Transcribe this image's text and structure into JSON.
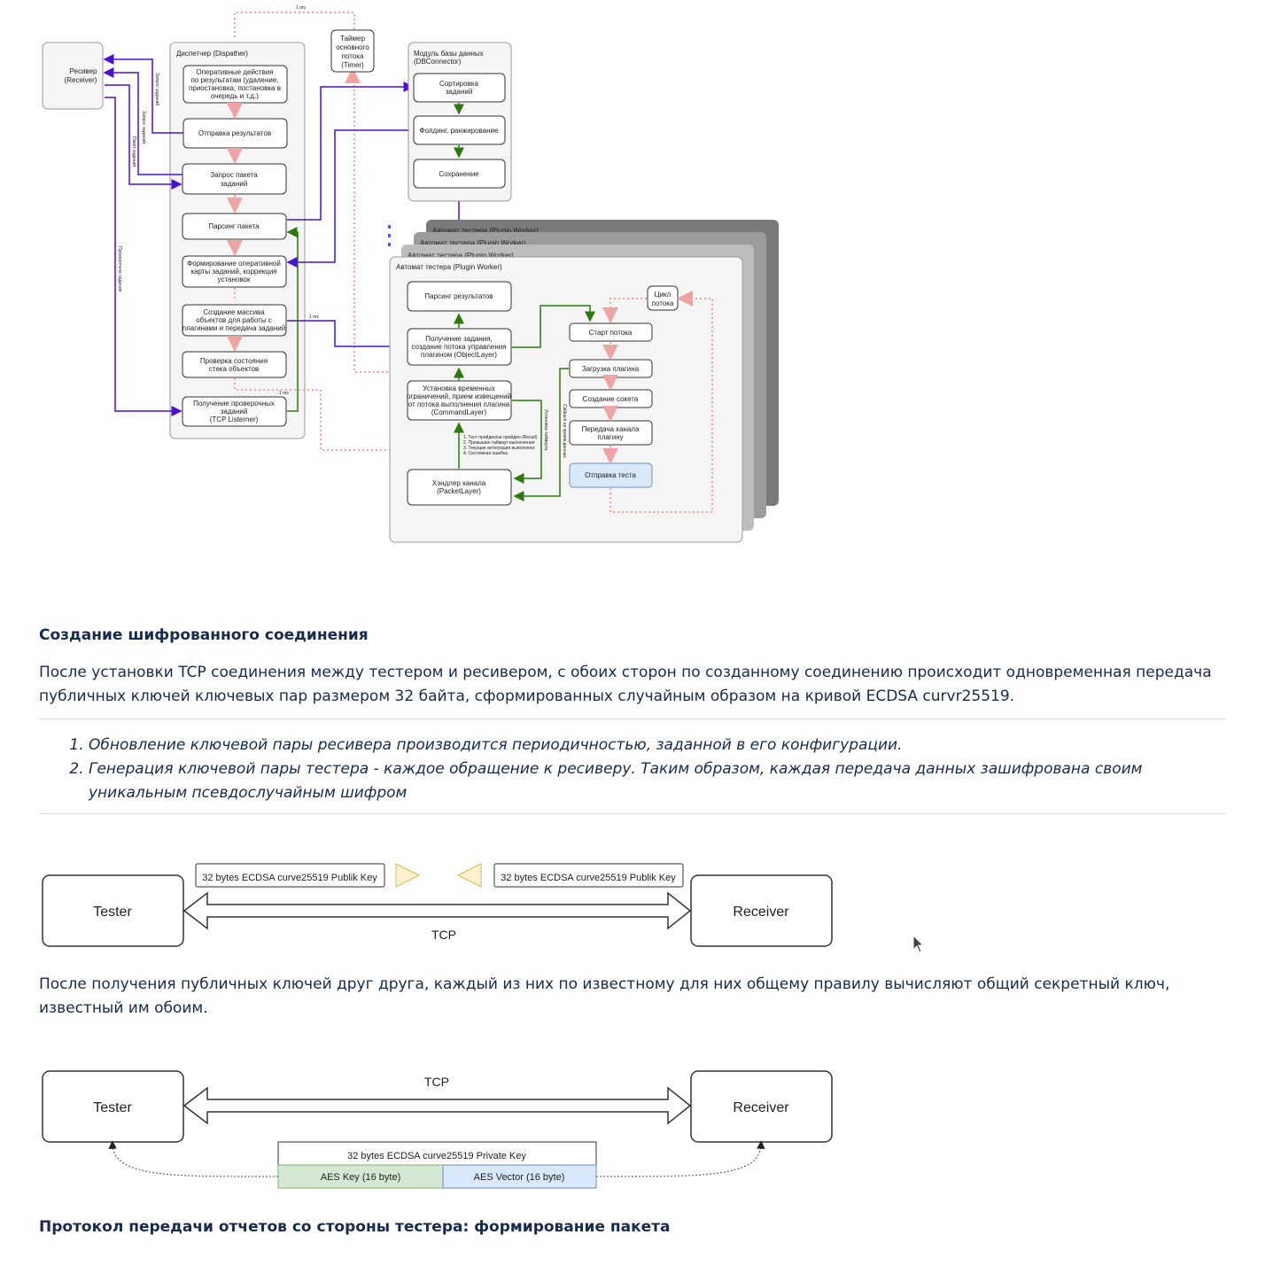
{
  "architecture_diagram": {
    "timer_ms_top": "1 ms",
    "receiver": {
      "line1": "Ресивер",
      "line2": "(Receiver)"
    },
    "dispatcher": {
      "title": "Диспетчер (Dispather)",
      "blocks": [
        {
          "lines": [
            "Оперативные действия",
            "по результатам (удаление,",
            "приостановка, постановка в",
            "очередь и т.д.)"
          ]
        },
        {
          "lines": [
            "Отправка результатов"
          ]
        },
        {
          "lines": [
            "Запрос пакета",
            "заданий"
          ]
        },
        {
          "lines": [
            "Парсинг пакета"
          ]
        },
        {
          "lines": [
            "Формирование оперативной",
            "карты заданий, коррекция",
            "установок"
          ]
        },
        {
          "lines": [
            "Создание массива",
            "объектов для работы с",
            "плагинами и передача заданий"
          ]
        },
        {
          "lines": [
            "Проверка состояния",
            "стека объектов"
          ]
        },
        {
          "lines": [
            "Получение проверочных",
            "заданий",
            "(TCP Listerner)"
          ]
        }
      ]
    },
    "edge_labels": {
      "request_tasks": "Запрос заданий",
      "request_tasks_2": "Запрос заданий",
      "task_packet": "Пакет заданий",
      "check_task": "Проверочное задание",
      "ms_1": "1 ms",
      "ms_2": "1 ms"
    },
    "timer": {
      "lines": [
        "Таймер",
        "основного",
        "потока",
        "(Timer)"
      ]
    },
    "db_module": {
      "title_line1": "Модуль базы данных",
      "title_line2": "(DBConnector)",
      "blocks": [
        {
          "lines": [
            "Сортировка",
            "заданий"
          ]
        },
        {
          "lines": [
            "Фолдинг, ранжирование"
          ]
        },
        {
          "lines": [
            "Сохранение"
          ]
        }
      ]
    },
    "plugin_worker": {
      "stack_titles": [
        "Автомат тестера (Plugin Worker)",
        "Автомат тестера (Plugin Worker)",
        "Автомат тестера (Plugin Worker)"
      ],
      "title": "Автомат тестера (Plugin Worker)",
      "parse_results": {
        "lines": [
          "Парсинг результатов"
        ]
      },
      "object_layer": {
        "lines": [
          "Получение задания,",
          "создание потока управления",
          "плагином (ObjectLayer)"
        ]
      },
      "command_layer": {
        "lines": [
          "Установка временных",
          "ограничений, прием извещений",
          "от потока выполнения плагина",
          "(CommandLayer)"
        ]
      },
      "packet_layer": {
        "lines": [
          "Хэндлер канала",
          "(PacketLayer)"
        ]
      },
      "thread_cycle": {
        "lines": [
          "Цикл",
          "потока"
        ]
      },
      "thread_blocks": [
        {
          "lines": [
            "Старт потока"
          ]
        },
        {
          "lines": [
            "Загрузка плагина"
          ]
        },
        {
          "lines": [
            "Создание сокета"
          ]
        },
        {
          "lines": [
            "Передача канала",
            "плагину"
          ]
        },
        {
          "lines": [
            "Отправка теста"
          ]
        }
      ],
      "status_notes": [
        "1. Тест пройден/не пройден (Result)",
        "2. Превышен таймаут выполнения",
        "3. Текущая интеграция выполнена",
        "4. Системная ошибка"
      ],
      "timeout_label": "Установка таймаута",
      "callback_label": "Callback на прием данных"
    }
  },
  "section1": {
    "heading": "Создание шифрованного соединения",
    "paragraph": "После установки TCP соединения между тестером и ресивером, с обоих сторон по созданному соединению происходит одновременная передача публичных ключей ключевых пар размером 32 байта, сформированных случайным образом на кривой ECDSA curvr25519.",
    "notes": [
      "Обновление ключевой пары ресивера производится периодичностью, заданной в его конфигурации.",
      "Генерация ключевой пары тестера - каждое обращение к ресиверу. Таким образом, каждая передача данных зашифрована своим уникальным псевдослучайным шифром"
    ]
  },
  "key_exchange_diagram": {
    "tester": "Tester",
    "receiver": "Receiver",
    "tcp": "TCP",
    "left_key": "32 bytes ECDSA curve25519 Publik Key",
    "right_key": "32 bytes ECDSA curve25519 Publik Key"
  },
  "paragraph2": "После получения  публичных ключей друг друга, каждый из них по известному для них общему правилу вычисляют общий секретный ключ, известный им обоим.",
  "secret_key_diagram": {
    "tester": "Tester",
    "receiver": "Receiver",
    "tcp": "TCP",
    "private_key": "32 bytes ECDSA curve25519 Private Key",
    "aes_key": "AES Key (16 byte)",
    "aes_vector": "AES Vector (16 byte)"
  },
  "section2_heading": "Протокол передачи отчетов со стороны тестера: формирование пакета",
  "colors": {
    "purple_arrow": "#4b0fd3",
    "green_arrow": "#2b7a0b",
    "pink_dotted": "#f0a3a3",
    "aes_key_fill": "#d5e8d4",
    "aes_vector_fill": "#dae8fc",
    "send_test_fill": "#dae8fc"
  }
}
